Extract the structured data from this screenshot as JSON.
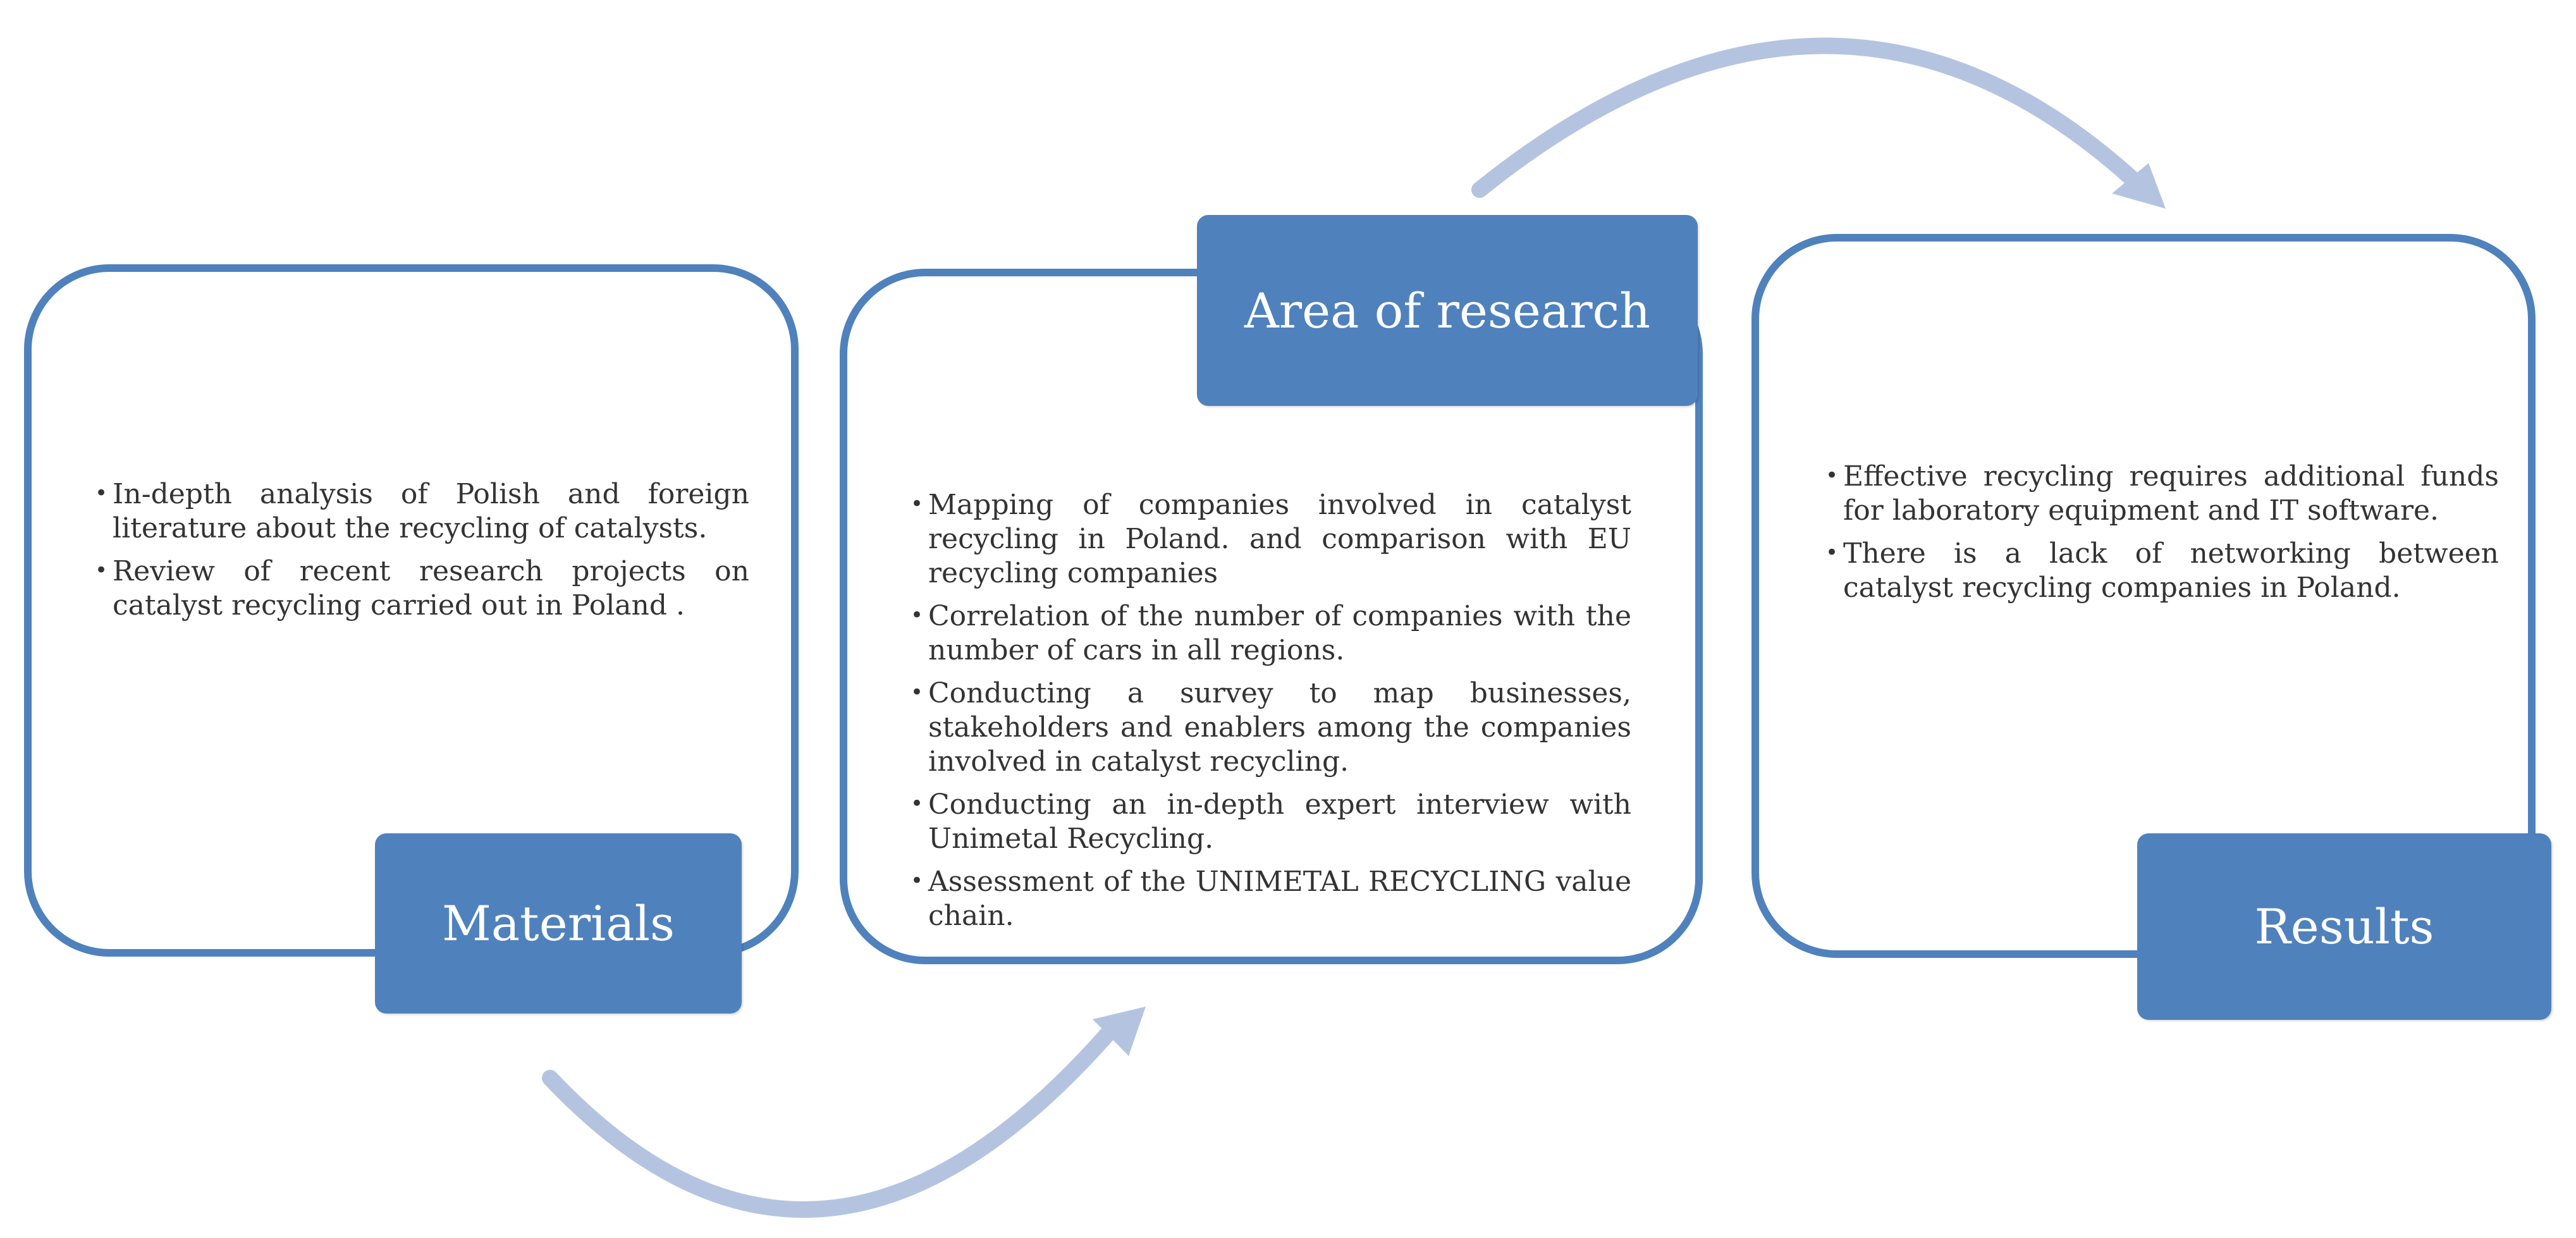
{
  "colors": {
    "panel_border": "#4f81bd",
    "title_fill": "#4f81bd",
    "title_text": "#ffffff",
    "arrow": "#b4c4e0",
    "bullet_text": "#333333"
  },
  "stages": [
    {
      "title": "Materials",
      "bullets": [
        "In-depth analysis of Polish and foreign literature about the recycling of catalysts.",
        "Review of recent research projects on catalyst recycling carried out in Poland ."
      ]
    },
    {
      "title": "Area of research",
      "bullets": [
        "Mapping of companies involved in catalyst recycling in Poland. and comparison with EU recycling companies",
        "Correlation of the number of companies with the number of cars in all regions.",
        "Conducting a survey to map businesses, stakeholders and enablers among the companies involved in catalyst recycling.",
        "Conducting an in-depth expert interview with Unimetal Recycling.",
        "Assessment of the UNIMETAL RECYCLING value chain."
      ]
    },
    {
      "title": "Results",
      "bullets": [
        "Effective recycling requires additional funds for laboratory equipment and IT software.",
        "There is a lack of networking between catalyst recycling companies in Poland."
      ]
    }
  ]
}
